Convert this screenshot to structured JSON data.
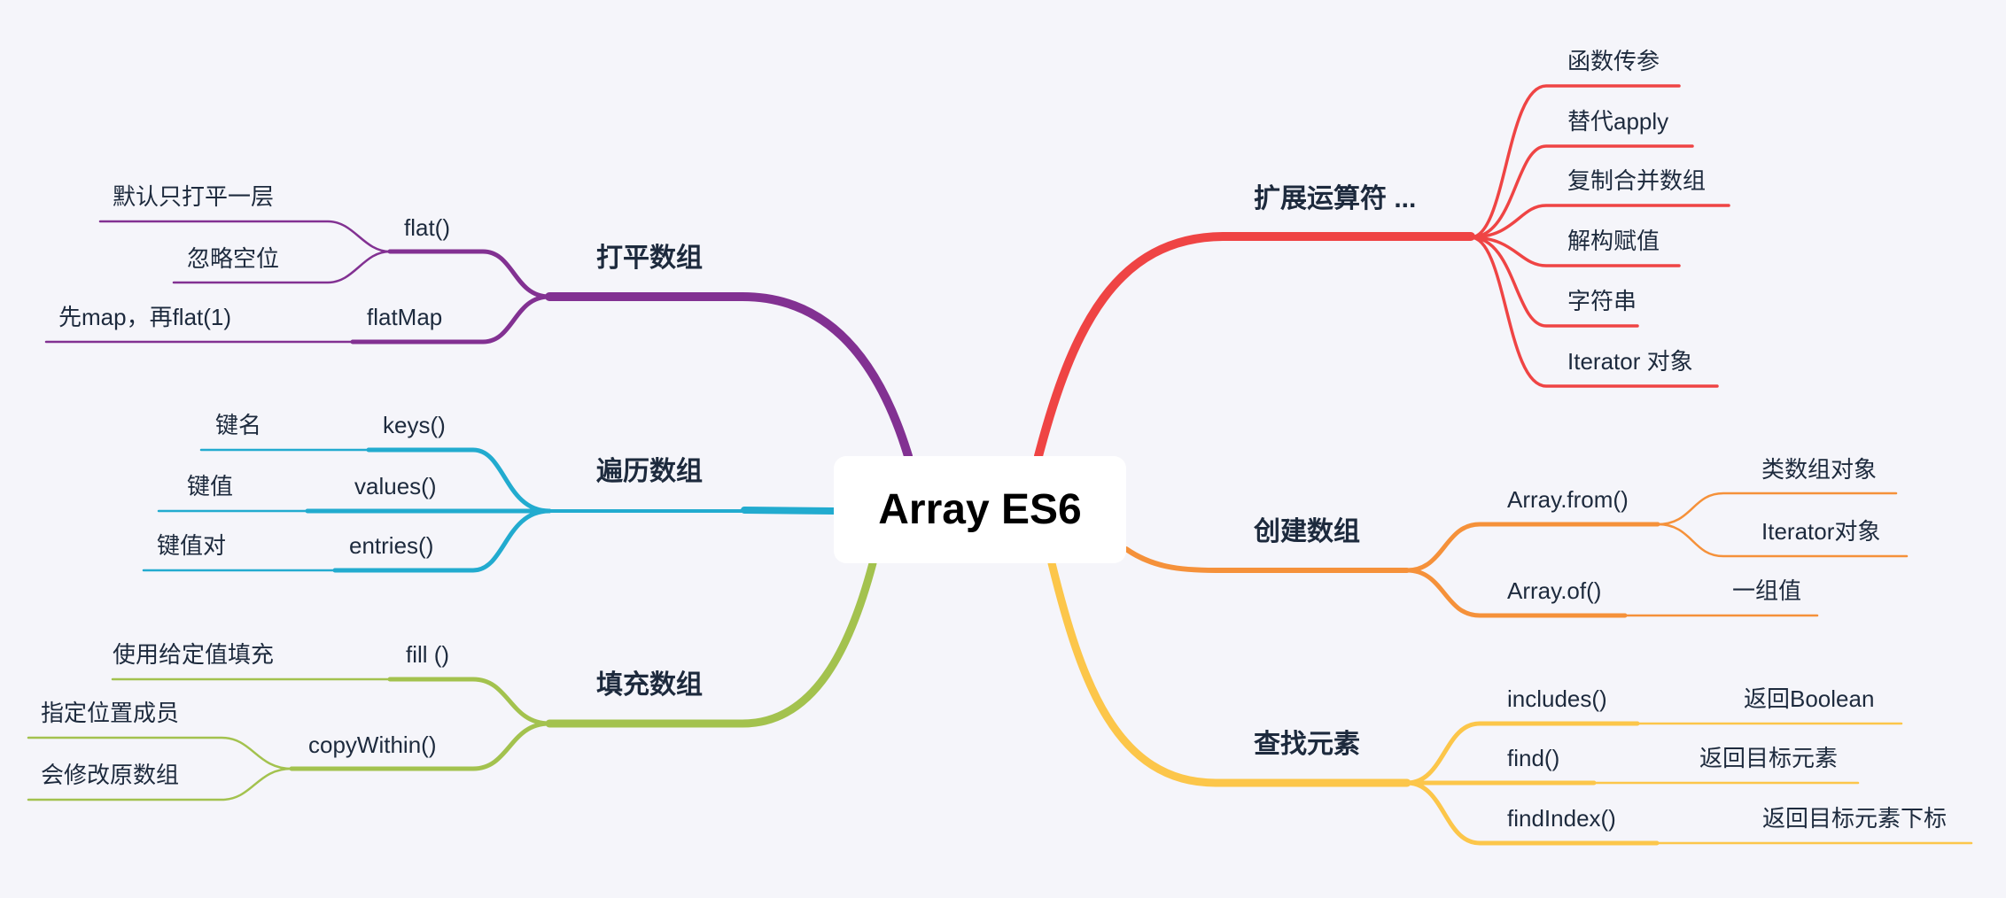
{
  "root": {
    "label": "Array ES6"
  },
  "colors": {
    "background": "#F5F5FA",
    "text": "#1D2A3D",
    "spread": "#EF4444",
    "create": "#F5913A",
    "find": "#FCC64A",
    "flat": "#823192",
    "iterate": "#22ABCF",
    "fill": "#A3C24E"
  },
  "branches": {
    "spread": {
      "label": "扩展运算符 ...",
      "children": [
        "函数传参",
        "替代apply",
        "复制合并数组",
        "解构赋值",
        "字符串",
        "Iterator 对象"
      ]
    },
    "create": {
      "label": "创建数组",
      "children": [
        {
          "label": "Array.from()",
          "children": [
            "类数组对象",
            "Iterator对象"
          ]
        },
        {
          "label": "Array.of()",
          "children": [
            "一组值"
          ]
        }
      ]
    },
    "find": {
      "label": "查找元素",
      "children": [
        {
          "label": "includes()",
          "children": [
            "返回Boolean"
          ]
        },
        {
          "label": "find()",
          "children": [
            "返回目标元素"
          ]
        },
        {
          "label": "findIndex()",
          "children": [
            "返回目标元素下标"
          ]
        }
      ]
    },
    "flat": {
      "label": "打平数组",
      "children": [
        {
          "label": "flat()",
          "children": [
            "默认只打平一层",
            "忽略空位"
          ]
        },
        {
          "label": "flatMap",
          "children": [
            "先map，再flat(1)"
          ]
        }
      ]
    },
    "iterate": {
      "label": "遍历数组",
      "children": [
        {
          "label": "keys()",
          "children": [
            "键名"
          ]
        },
        {
          "label": "values()",
          "children": [
            "键值"
          ]
        },
        {
          "label": "entries()",
          "children": [
            "键值对"
          ]
        }
      ]
    },
    "fill": {
      "label": "填充数组",
      "children": [
        {
          "label": "fill ()",
          "children": [
            "使用给定值填充"
          ]
        },
        {
          "label": "copyWithin()",
          "children": [
            "指定位置成员",
            "会修改原数组"
          ]
        }
      ]
    }
  }
}
